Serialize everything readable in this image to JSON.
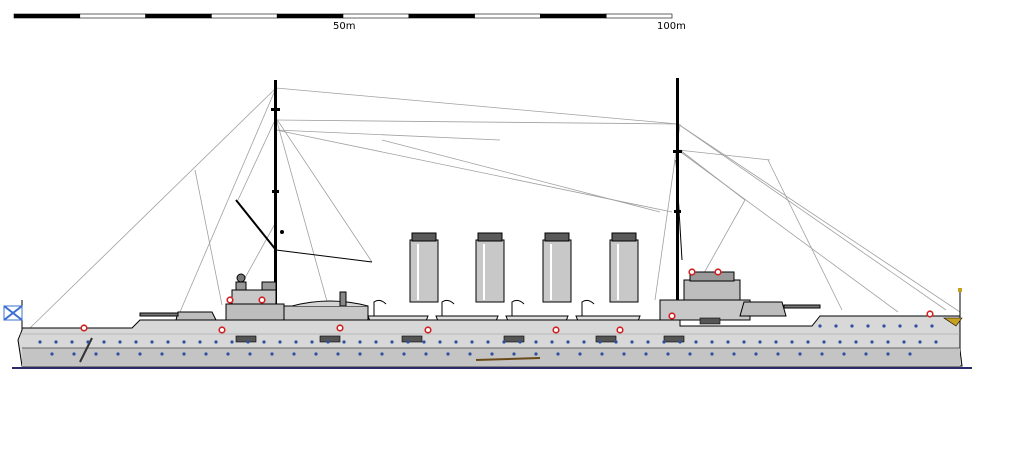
{
  "scale_bar": {
    "label_mid": "50m",
    "label_end": "100m",
    "segments": 10
  },
  "colors": {
    "background": "#ffffff",
    "hull_light": "#d8d8d8",
    "hull_mid": "#c4c4c4",
    "superstructure": "#bdbdbd",
    "outline": "#000000",
    "rigging": "#a0a0a0",
    "porthole": "#2f4f9f",
    "waterline": "#2a2a6a",
    "lifebuoy": "#d22020",
    "flag_blue": "#3a6fd1",
    "bow_ornament": "#c8a020"
  },
  "ship": {
    "funnel_count": 4,
    "mast_count": 2
  }
}
